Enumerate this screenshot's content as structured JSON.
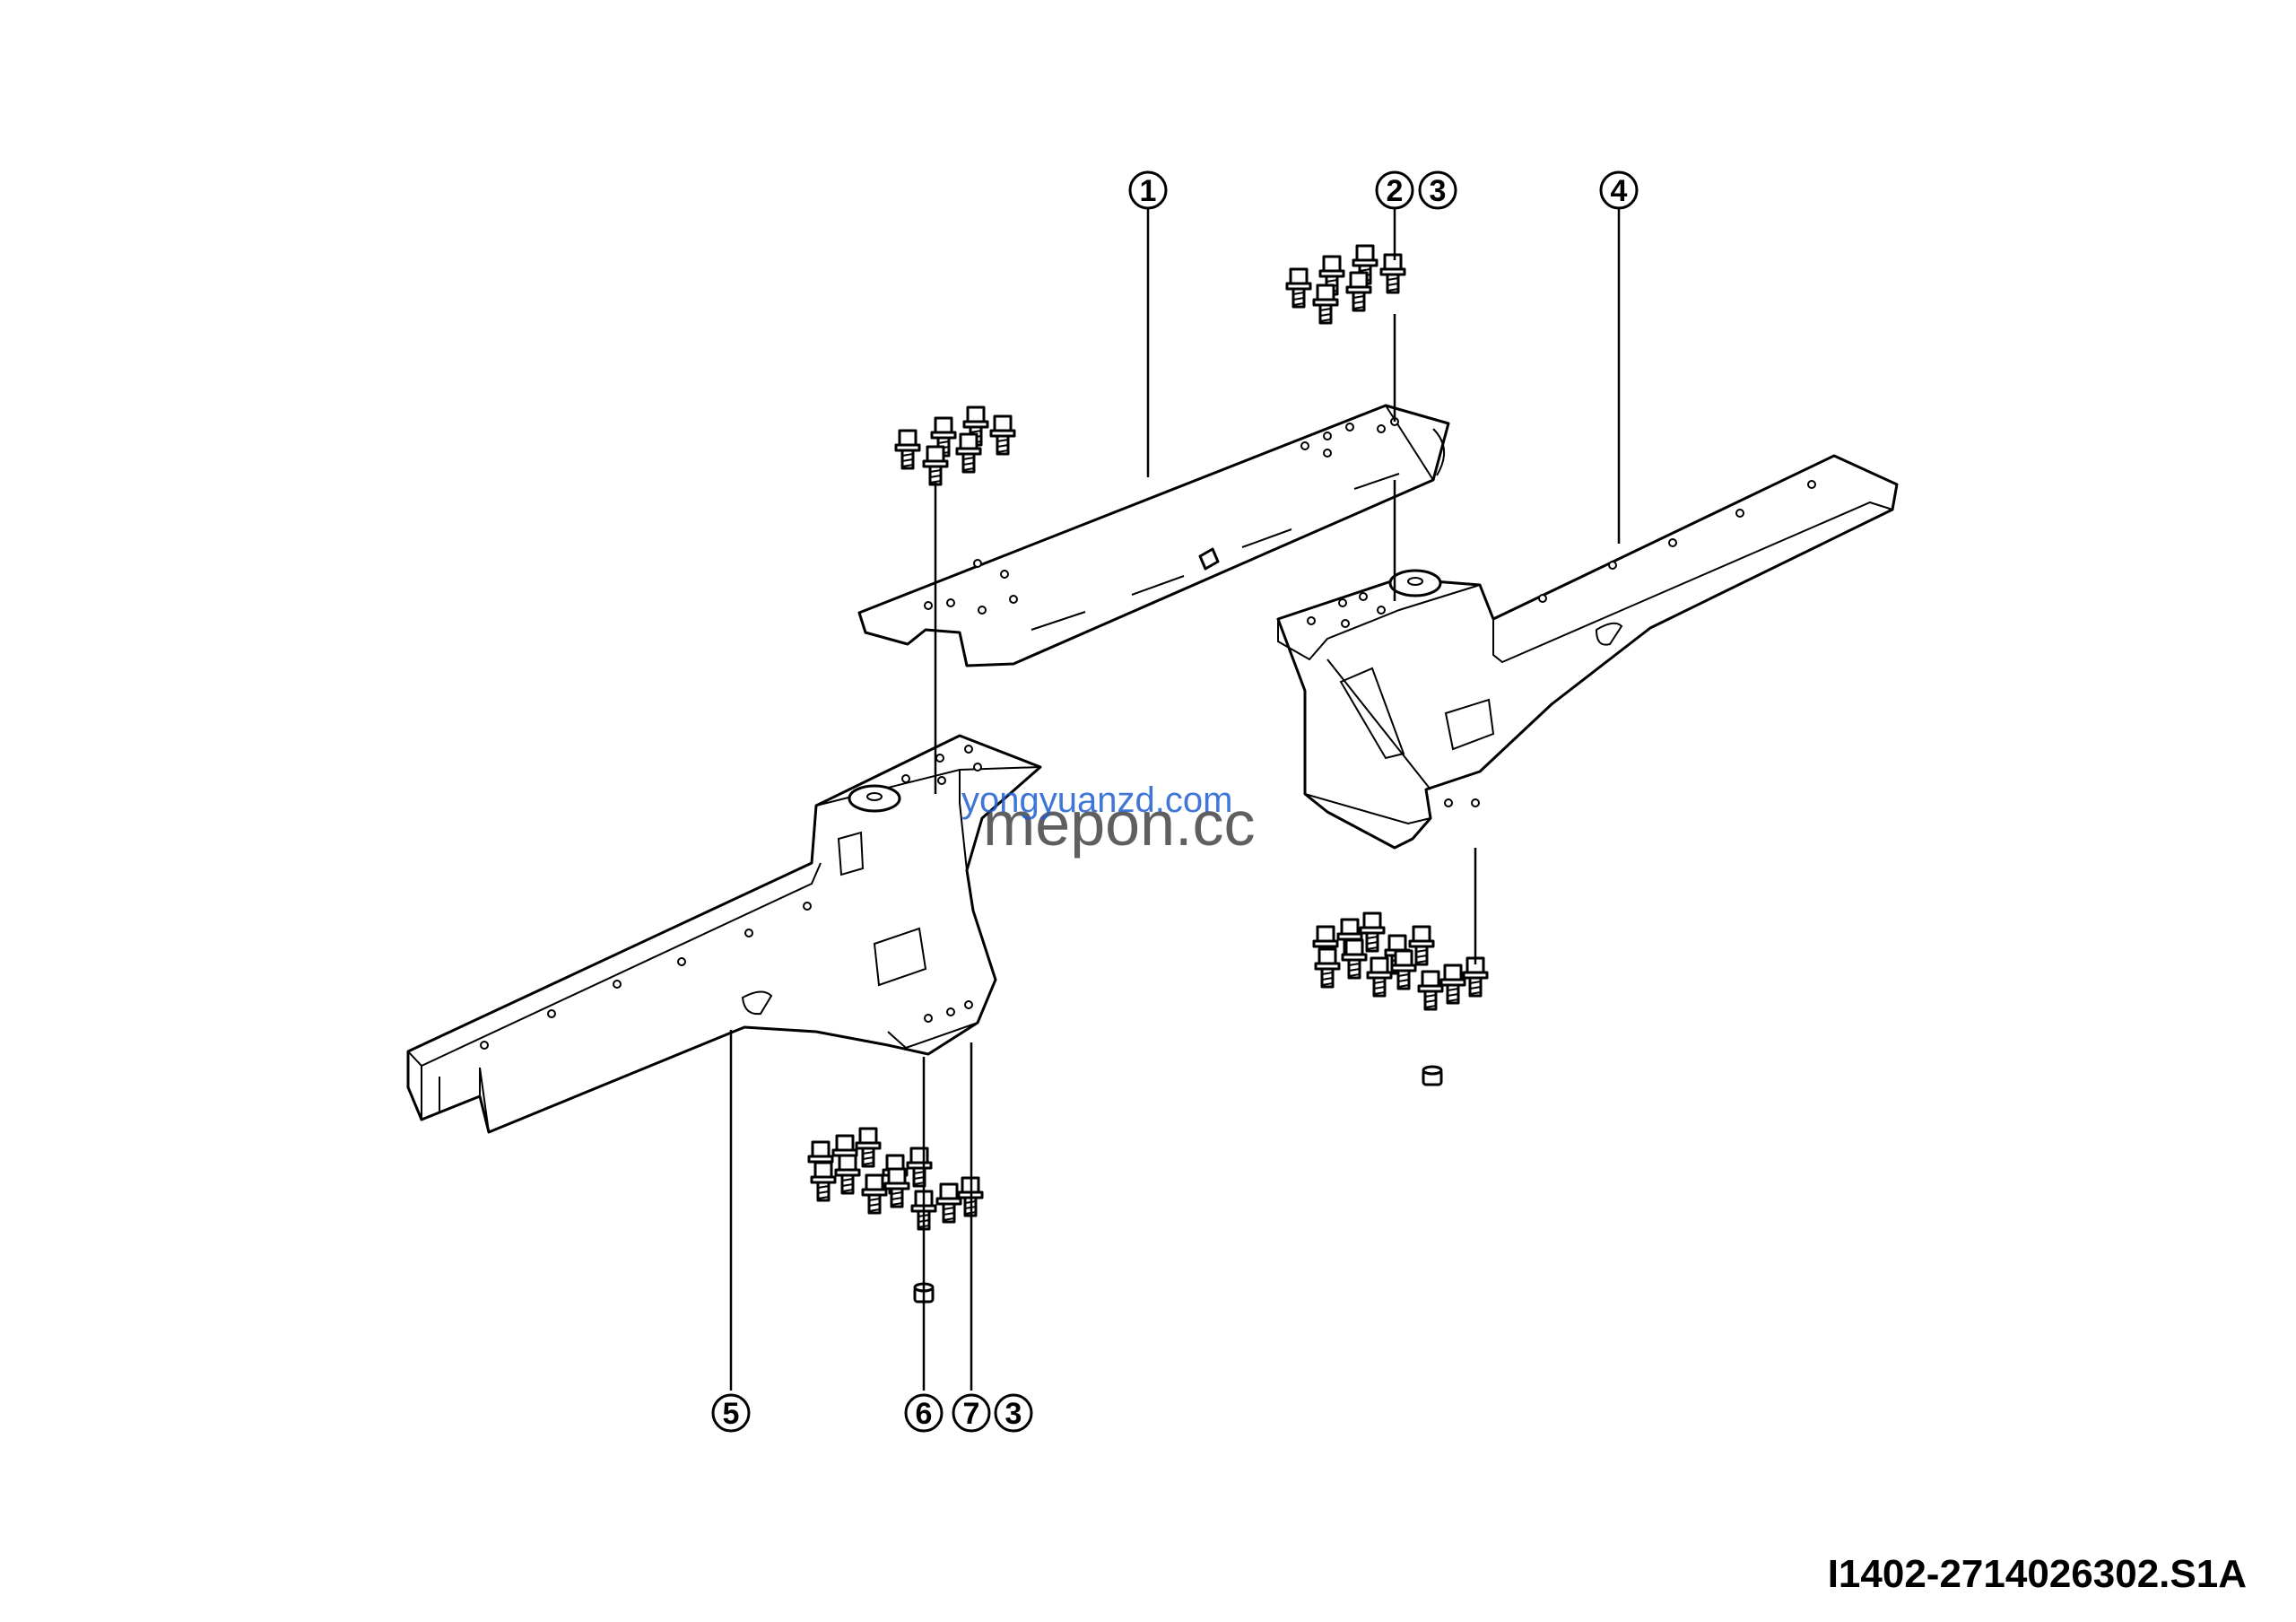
{
  "callouts": {
    "c1": "1",
    "c2": "2",
    "c3a": "3",
    "c4": "4",
    "c5": "5",
    "c6": "6",
    "c7": "7",
    "c3b": "3"
  },
  "watermark": {
    "line1": "yongyuanzd.com",
    "line2": "mepon.cc"
  },
  "drawing_reference": "I1402-2714026302.S1A"
}
